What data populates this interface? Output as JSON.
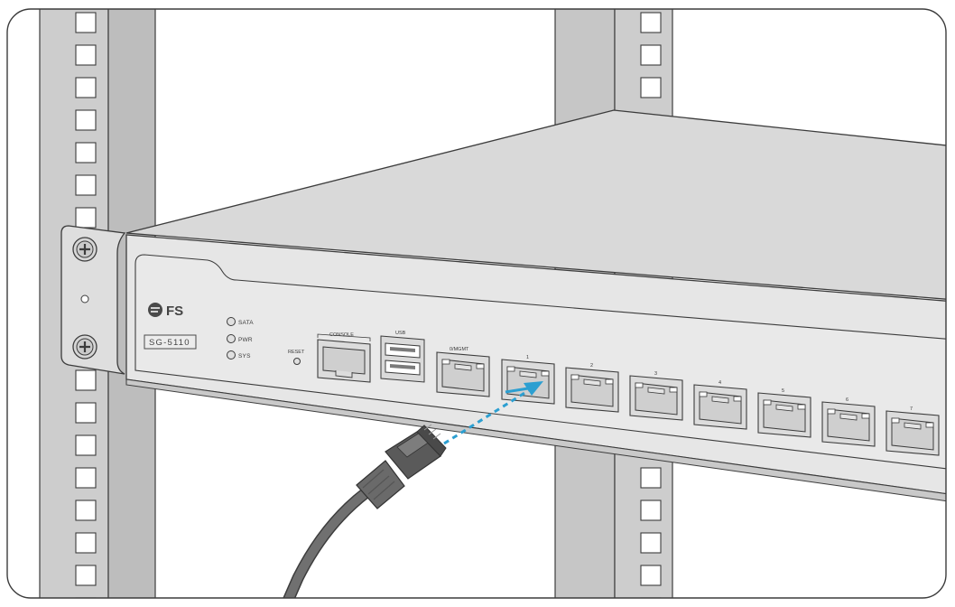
{
  "device": {
    "brand": "FS",
    "model": "SG-5110",
    "leds": [
      "SATA",
      "PWR",
      "SYS"
    ],
    "reset_label": "RESET",
    "console_label": "CONSOLE",
    "usb_label": "USB",
    "mgmt_label": "0/MGMT",
    "port_labels": [
      "1",
      "2",
      "3",
      "4",
      "5",
      "6",
      "7"
    ]
  },
  "colors": {
    "device_body": "#e2e2e2",
    "rack_post": "#c8c8c8",
    "outline": "#3c3c3c",
    "arrow": "#2c9fd1",
    "cable": "#6f6f6f"
  },
  "icons": {
    "cable": "rj45-cable-icon",
    "arrow": "dashed-arrow-icon"
  }
}
